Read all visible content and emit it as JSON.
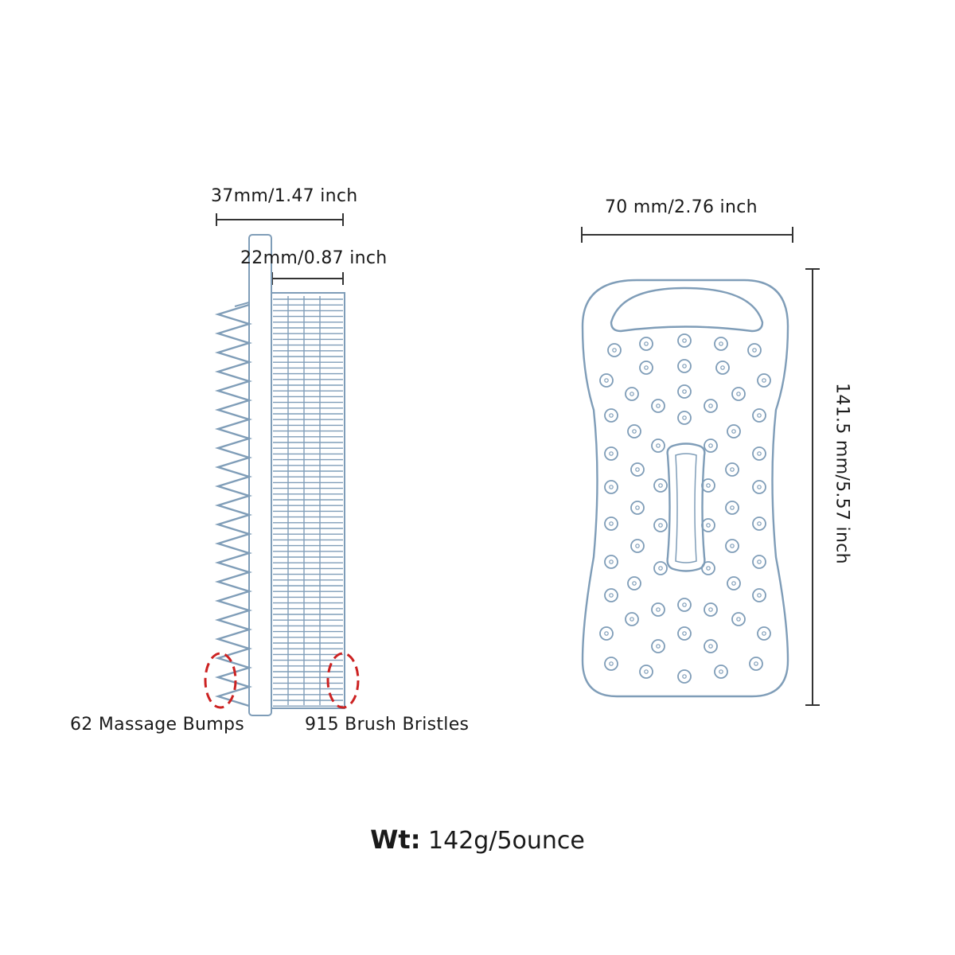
{
  "side_view": {
    "total_width_label": "37mm/1.47 inch",
    "bristle_width_label": "22mm/0.87 inch",
    "bumps_label": "62 Massage Bumps",
    "bristles_label": "915 Brush Bristles"
  },
  "front_view": {
    "width_label": "70 mm/2.76 inch",
    "height_label": "141.5 mm/5.57 inch"
  },
  "weight": {
    "key": "Wt:",
    "value": "142g/5ounce"
  },
  "colors": {
    "outline": "#7f9db8",
    "fill": "#ffffff",
    "dimension_line": "#333333",
    "highlight": "#cc2222"
  }
}
